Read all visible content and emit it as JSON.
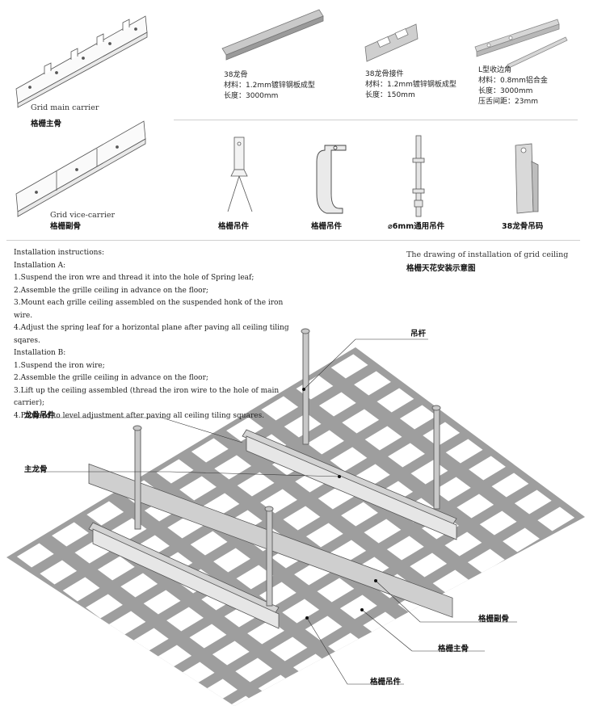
{
  "top_parts": {
    "main_carrier": {
      "en": "Grid main carrier",
      "cn": "格栅主骨"
    },
    "vice_carrier": {
      "en": "Grid vice-carrier",
      "cn": "格栅副骨"
    },
    "keel38": {
      "title": "38龙骨",
      "material": "材料：1.2mm镀锌钢板成型",
      "length": "长度：3000mm"
    },
    "keel38_connector": {
      "title": "38龙骨接件",
      "material": "材料：1.2mm镀锌钢板成型",
      "length": "长度：150mm"
    },
    "l_angle": {
      "title": "L型收边角",
      "material": "材料：0.8mm铝合金",
      "length": "长度：3000mm",
      "pitch": "压舌间距：23mm"
    }
  },
  "hangers": [
    {
      "label": "格栅吊件"
    },
    {
      "label": "格栅吊件"
    },
    {
      "label": "⌀6mm通用吊件"
    },
    {
      "label": "38龙骨吊码"
    }
  ],
  "instructions": {
    "heading": "Installation instructions:",
    "a_title": "Installation A:",
    "a_steps": [
      "1.Suspend the iron wre and thread it into the hole of Spring leaf;",
      "2.Assemble the grille ceiling in advance on the floor;",
      "3.Mount each grille ceiling assembled on the suspended honk of the iron wire.",
      "4.Adjust the spring leaf for a horizontal plane after paving all ceiling tiling",
      "sqares."
    ],
    "b_title": "Installation B:",
    "b_steps": [
      "1.Suspend the iron wire;",
      "2.Assemble the grille ceiling in advance on the floor;",
      "3.Lift up the ceiling assembled (thread the iron wire to the hole of main carrier);",
      "4.Proceed to level adjustment after paving all ceiling tiling  squares."
    ]
  },
  "drawing": {
    "title_en": "The  drawing  of installation  of grid  ceiling",
    "title_cn": "格栅天花安装示意图",
    "callouts": {
      "rod": "吊杆",
      "keel_hanger": "龙骨吊件",
      "main_keel": "主龙骨",
      "vice": "格栅副骨",
      "main": "格栅主骨",
      "hanger": "格栅吊件"
    }
  }
}
